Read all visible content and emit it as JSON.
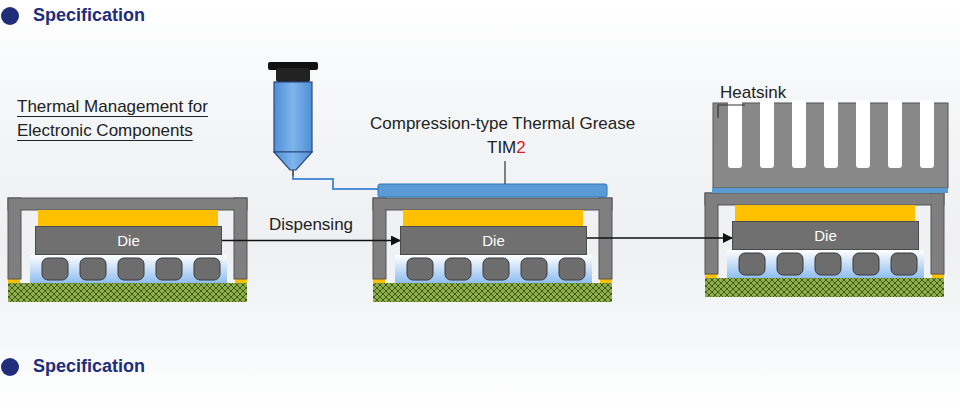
{
  "diagram": {
    "nodes": [
      {
        "text": [
          "Die"
        ]
      },
      {
        "text": [
          "Die"
        ]
      },
      {
        "text": [
          "Die"
        ]
      }
    ],
    "edges": [
      {
        "from": 0,
        "to": 1,
        "arrow": "to",
        "label": "Dispensing"
      },
      {
        "from": 1,
        "to": 2,
        "arrow": "to"
      }
    ],
    "labels": [
      "Specification",
      "Thermal Management for Electronic Components",
      "Compression-type Thermal Grease",
      "TIM",
      "2",
      "Heatsink",
      "Specification"
    ]
  }
}
